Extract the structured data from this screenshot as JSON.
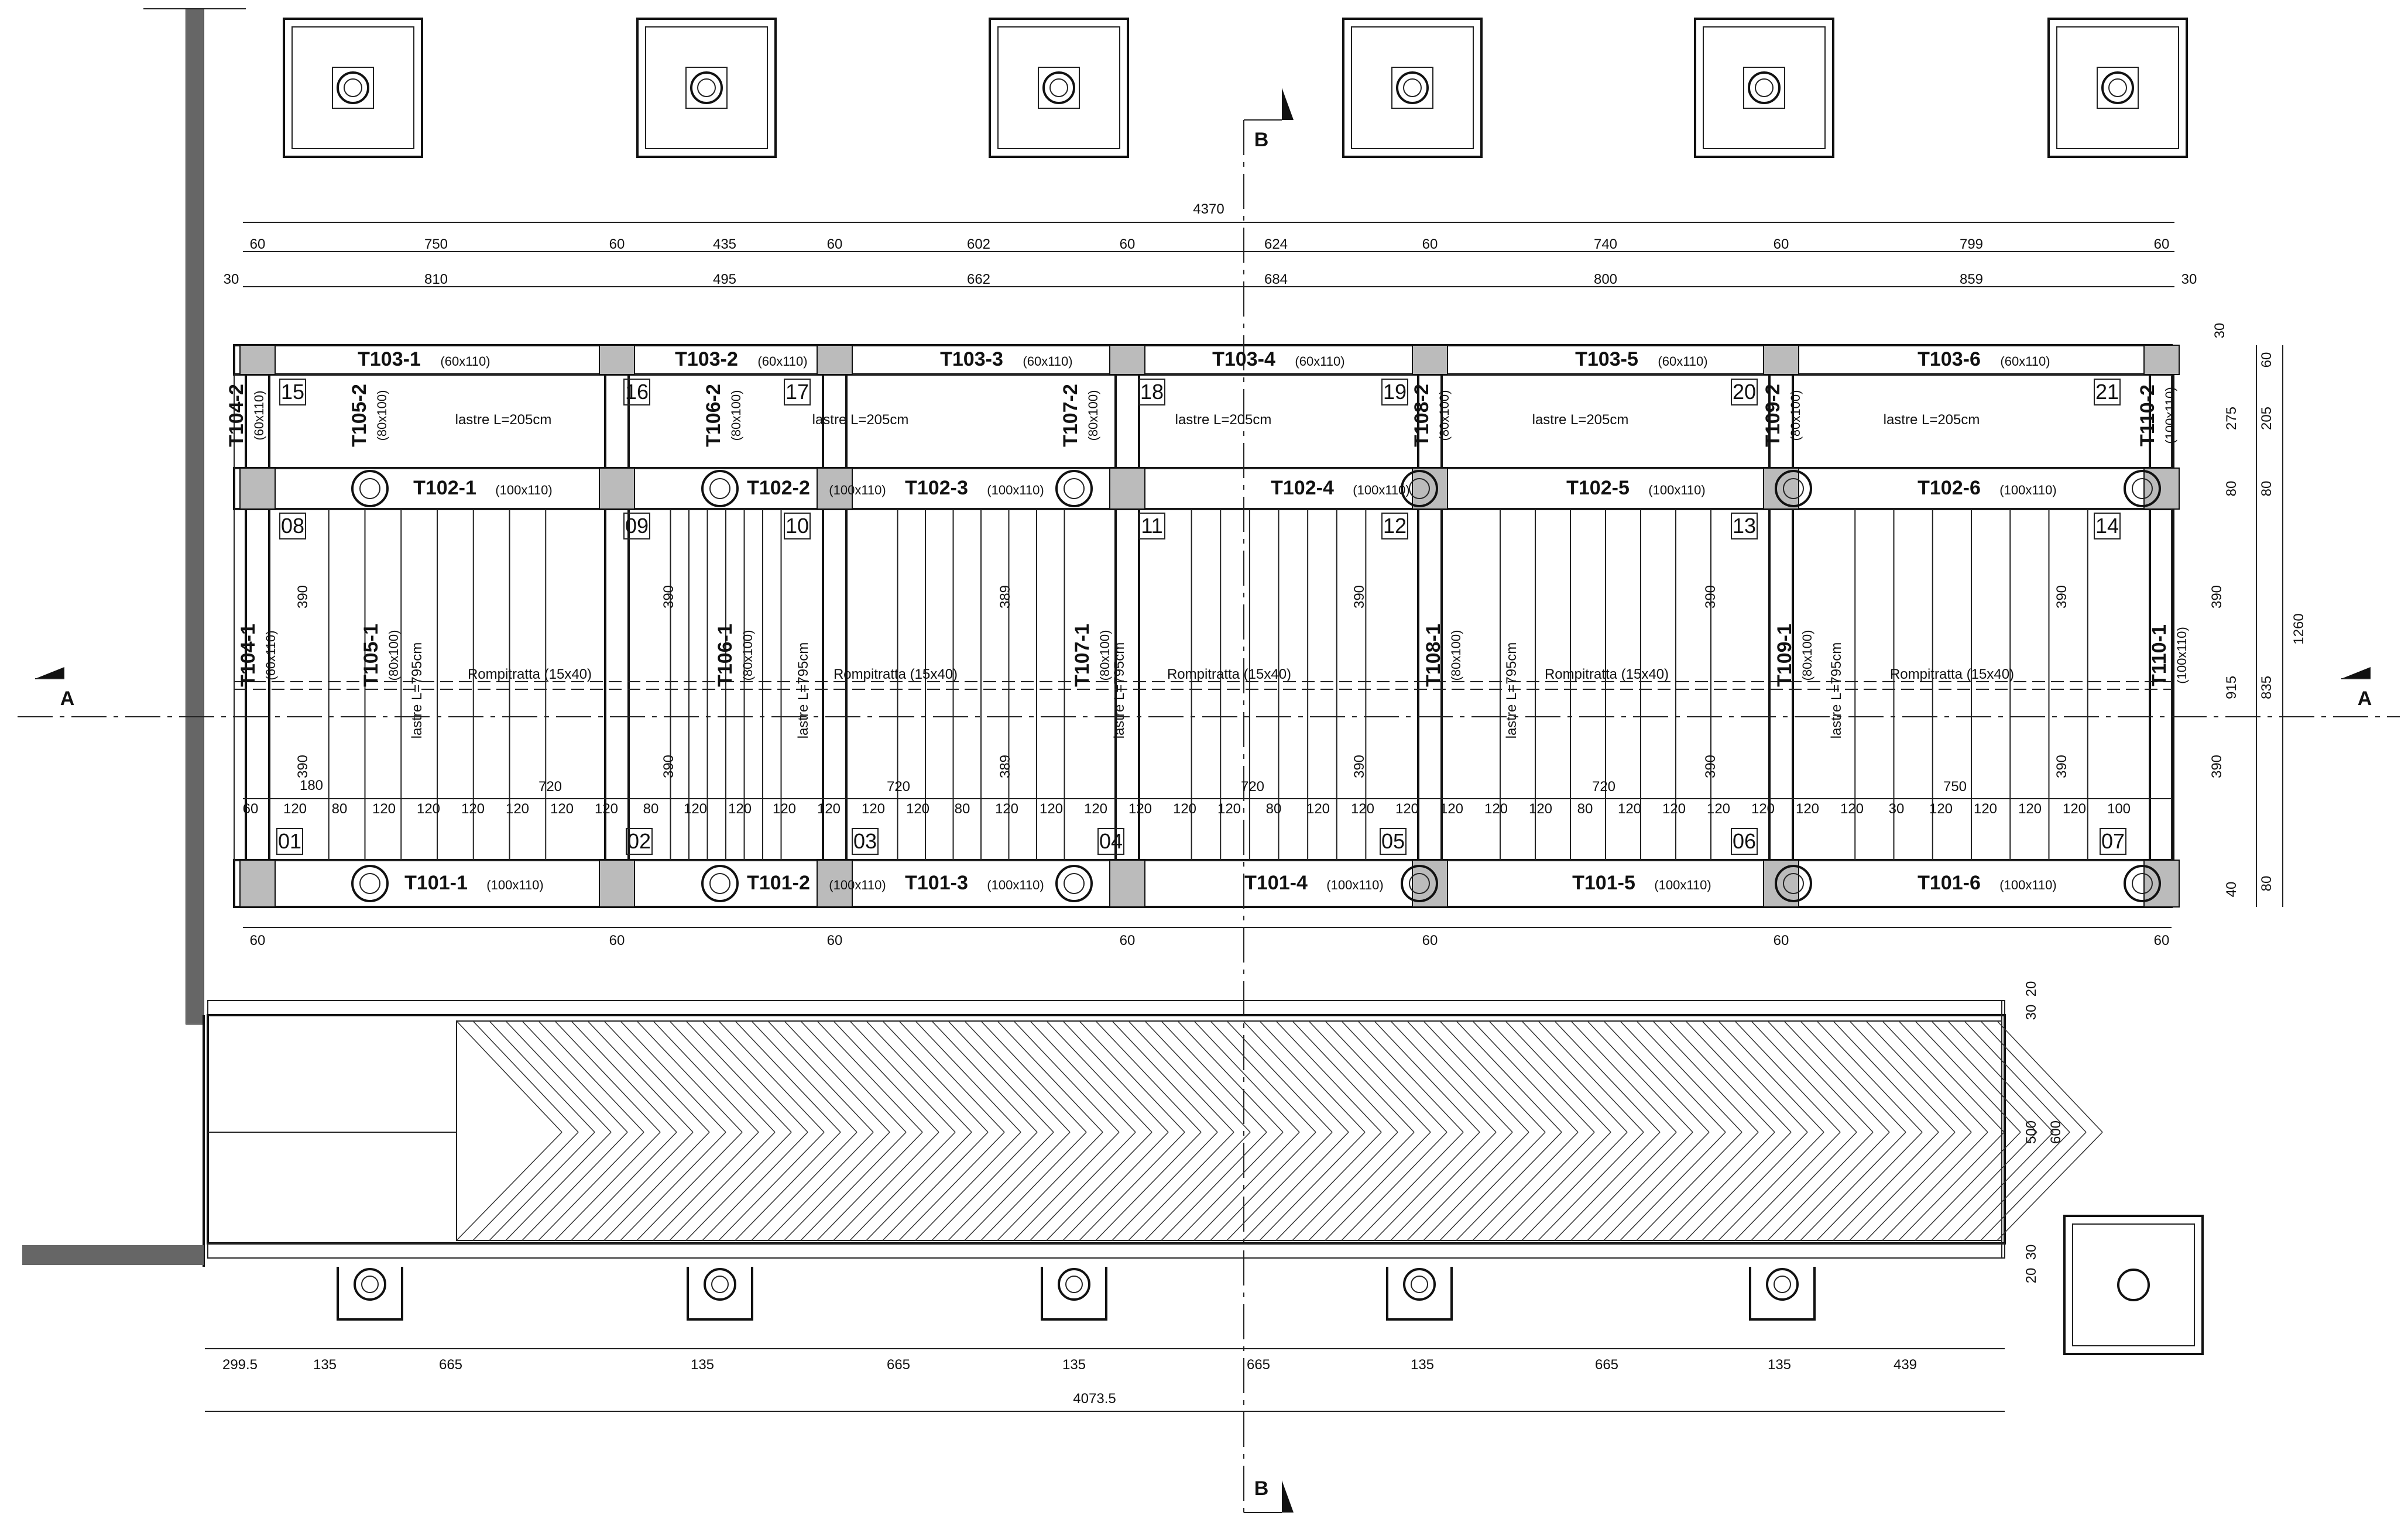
{
  "section_marks": {
    "a": "A",
    "b": "B"
  },
  "dims_top_total": "4370",
  "dims_top_row1": [
    "60",
    "750",
    "60",
    "435",
    "60",
    "602",
    "60",
    "624",
    "60",
    "740",
    "60",
    "799",
    "60"
  ],
  "dims_top_row2": [
    "30",
    "810",
    "495",
    "662",
    "684",
    "800",
    "859",
    "30"
  ],
  "dims_right": [
    "30",
    "60",
    "205",
    "80",
    "275",
    "80",
    "915",
    "835",
    "1260",
    "40",
    "80"
  ],
  "dims_bottom_row": [
    "299.5",
    "135",
    "665",
    "135",
    "665",
    "135",
    "665",
    "135",
    "665",
    "135",
    "439"
  ],
  "dims_bottom_total": "4073.5",
  "dims_lower_right": [
    "20",
    "30",
    "500",
    "600",
    "30",
    "20"
  ],
  "dims_row120": [
    "60",
    "120",
    "80",
    "120",
    "120",
    "120",
    "120",
    "120",
    "120",
    "80",
    "120",
    "120",
    "120",
    "120",
    "120",
    "120",
    "80",
    "120",
    "120",
    "120",
    "120",
    "120",
    "120",
    "80",
    "120",
    "120",
    "120",
    "120",
    "120",
    "120",
    "80",
    "120",
    "120",
    "120",
    "120",
    "120",
    "120",
    "30",
    "120",
    "120",
    "120",
    "120",
    "100"
  ],
  "dims_720": [
    "720",
    "720",
    "720",
    "720",
    "750"
  ],
  "dims_390": [
    "390",
    "390",
    "389",
    "390",
    "390",
    "390",
    "390"
  ],
  "dims_misc": {
    "d180": "180",
    "d15": "15",
    "d795": "795",
    "d100": "100",
    "d80": "80",
    "d60": "60",
    "d205": "205",
    "d120": "120"
  },
  "beams_top": [
    {
      "name": "T103-1",
      "size": "(60x110)"
    },
    {
      "name": "T103-2",
      "size": "(60x110)"
    },
    {
      "name": "T103-3",
      "size": "(60x110)"
    },
    {
      "name": "T103-4",
      "size": "(60x110)"
    },
    {
      "name": "T103-5",
      "size": "(60x110)"
    },
    {
      "name": "T103-6",
      "size": "(60x110)"
    }
  ],
  "beams_mid": [
    {
      "name": "T102-1",
      "size": "(100x110)"
    },
    {
      "name": "T102-2",
      "size": "(100x110)"
    },
    {
      "name": "T102-3",
      "size": "(100x110)"
    },
    {
      "name": "T102-4",
      "size": "(100x110)"
    },
    {
      "name": "T102-5",
      "size": "(100x110)"
    },
    {
      "name": "T102-6",
      "size": "(100x110)"
    }
  ],
  "beams_bot": [
    {
      "name": "T101-1",
      "size": "(100x110)"
    },
    {
      "name": "T101-2",
      "size": "(100x110)"
    },
    {
      "name": "T101-3",
      "size": "(100x110)"
    },
    {
      "name": "T101-4",
      "size": "(100x110)"
    },
    {
      "name": "T101-5",
      "size": "(100x110)"
    },
    {
      "name": "T101-6",
      "size": "(100x110)"
    }
  ],
  "beams_vert_top": [
    {
      "name": "T104-2",
      "size": "(60x110)"
    },
    {
      "name": "T105-2",
      "size": "(80x100)"
    },
    {
      "name": "T106-2",
      "size": "(80x100)"
    },
    {
      "name": "T107-2",
      "size": "(80x100)"
    },
    {
      "name": "T108-2",
      "size": "(80x100)"
    },
    {
      "name": "T109-2",
      "size": "(80x100)"
    },
    {
      "name": "T110-2",
      "size": "(100x110)"
    }
  ],
  "beams_vert_bot": [
    {
      "name": "T104-1",
      "size": "(60x110)"
    },
    {
      "name": "T105-1",
      "size": "(80x100)"
    },
    {
      "name": "T106-1",
      "size": "(80x100)"
    },
    {
      "name": "T107-1",
      "size": "(80x100)"
    },
    {
      "name": "T108-1",
      "size": "(80x100)"
    },
    {
      "name": "T109-1",
      "size": "(80x100)"
    },
    {
      "name": "T110-1",
      "size": "(100x110)"
    }
  ],
  "lastre_top": "lastre L=205cm",
  "lastre_bot": "lastre L=795cm",
  "rompitratta": "Rompitratta (15x40)",
  "nodes_top": [
    "15",
    "16",
    "17",
    "18",
    "19",
    "20",
    "21"
  ],
  "nodes_mid": [
    "08",
    "09",
    "10",
    "11",
    "12",
    "13",
    "14"
  ],
  "nodes_bot": [
    "01",
    "02",
    "03",
    "04",
    "05",
    "06",
    "07"
  ]
}
